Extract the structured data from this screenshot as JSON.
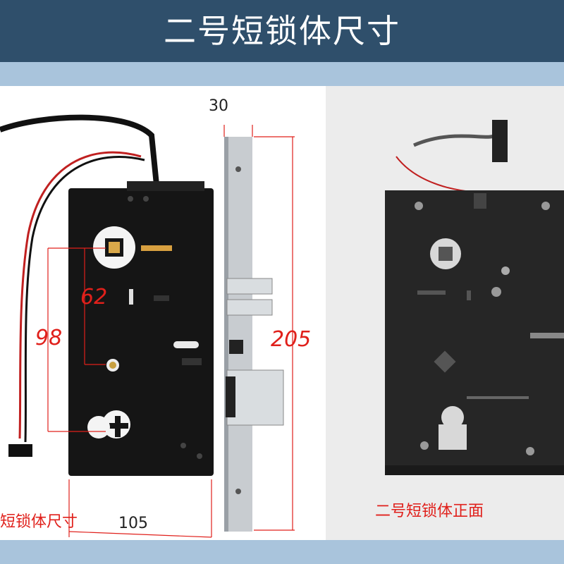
{
  "title": "二号短锁体尺寸",
  "dimensions": {
    "top": "30",
    "bolt_height": "62",
    "spindle_to_cylinder": "98",
    "overall_height": "205",
    "backset": "105"
  },
  "captions": {
    "left": "短锁体尺寸",
    "right": "二号短锁体正面"
  },
  "colors": {
    "title_bar": "#2f4f6b",
    "band": "#a9c4dc",
    "dimension_red": "#e0201b",
    "lock_body": "#151515",
    "faceplate": "#c8ccd0"
  }
}
